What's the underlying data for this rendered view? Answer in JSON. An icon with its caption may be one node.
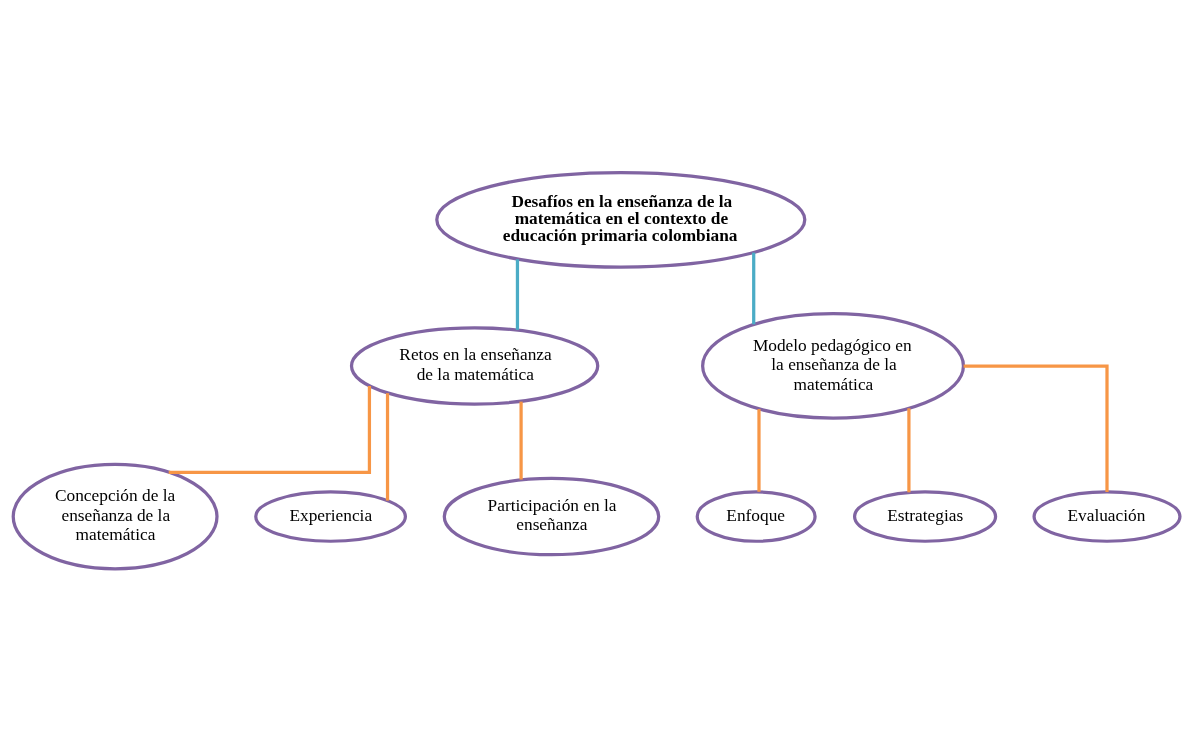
{
  "diagram": {
    "nodes": [
      {
        "text": [
          "Desafíos en la enseñanza de la matemática en el contexto de educación primaria colombiana"
        ]
      },
      {
        "text": [
          "Retos en la enseñanza de la matemática"
        ]
      },
      {
        "text": [
          "Modelo pedagógico en la enseñanza de la matemática"
        ]
      },
      {
        "text": [
          "Concepción de la enseñanza de la matemática"
        ]
      },
      {
        "text": [
          "Experiencia"
        ]
      },
      {
        "text": [
          "Participación en la enseñanza"
        ]
      },
      {
        "text": [
          "Enfoque"
        ]
      },
      {
        "text": [
          "Estrategias"
        ]
      },
      {
        "text": [
          "Evaluación"
        ]
      }
    ],
    "edges": [
      {
        "from": 0,
        "to": 1,
        "arrow": "none",
        "color": "#4bacc6"
      },
      {
        "from": 0,
        "to": 2,
        "arrow": "none",
        "color": "#4bacc6"
      },
      {
        "from": 1,
        "to": 3,
        "arrow": "none"
      },
      {
        "from": 1,
        "to": 4,
        "arrow": "none"
      },
      {
        "from": 1,
        "to": 5,
        "arrow": "none"
      },
      {
        "from": 2,
        "to": 6,
        "arrow": "none"
      },
      {
        "from": 2,
        "to": 7,
        "arrow": "none"
      },
      {
        "from": 2,
        "to": 8,
        "arrow": "none"
      }
    ]
  }
}
